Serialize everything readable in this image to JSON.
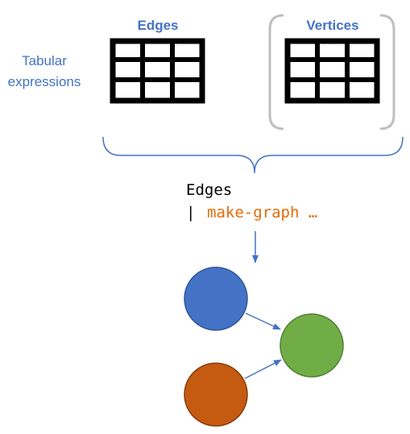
{
  "labels": {
    "tabular_line1": "Tabular",
    "tabular_line2": "expressions",
    "edges_header": "Edges",
    "vertices_header": "Vertices"
  },
  "code": {
    "line1": "Edges",
    "pipe": "|",
    "command": "make-graph …"
  },
  "colors": {
    "label_blue": "#4472C4",
    "keyword_orange": "#E36C09",
    "node_blue": "#4472C4",
    "node_green": "#70AD47",
    "node_orange": "#C55A11",
    "bracket_gray": "#BFBFBF",
    "arrow_blue": "#4472C4",
    "table_black": "#000000"
  },
  "icons": {
    "edges_table": "table-grid-icon",
    "vertices_table": "table-grid-icon"
  }
}
